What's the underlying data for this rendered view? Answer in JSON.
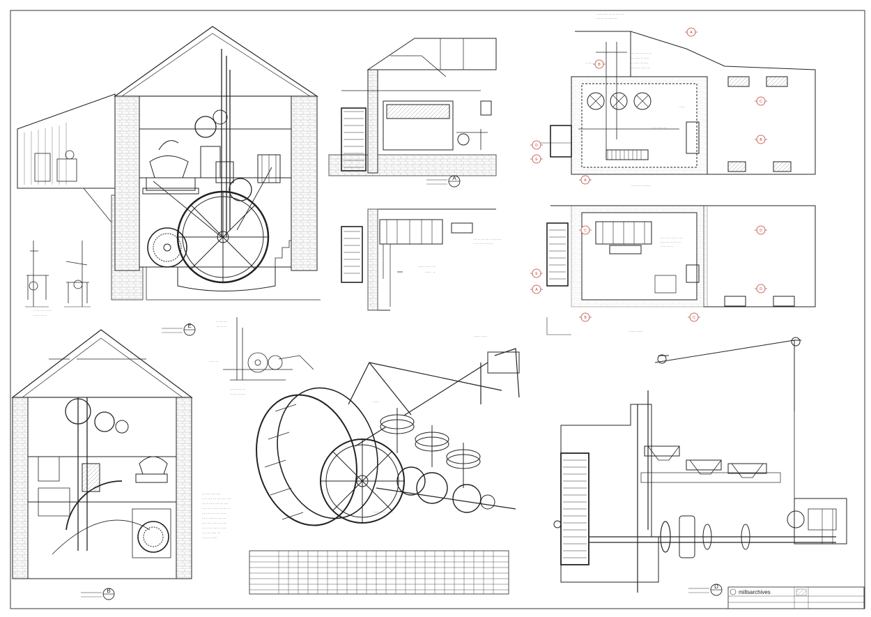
{
  "sheet": {
    "title_block": {
      "logo_text": "millsarchives"
    }
  },
  "views": {
    "view_e": {
      "marker": "E"
    },
    "view_d": {
      "marker": "D"
    },
    "view_b": {
      "marker": "B"
    },
    "view_a": {
      "marker": "A"
    }
  },
  "axis_markers": [
    "A",
    "B",
    "C",
    "D",
    "E"
  ]
}
